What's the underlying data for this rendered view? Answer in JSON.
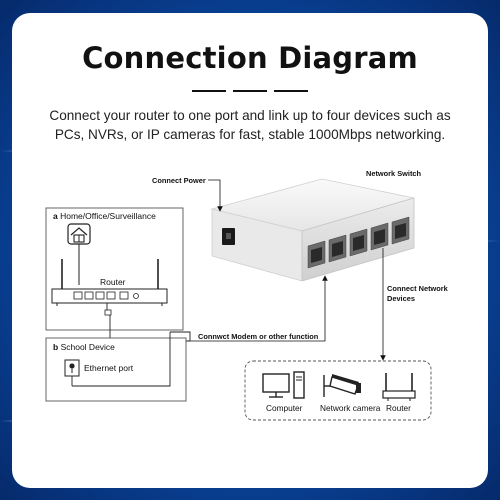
{
  "title": "Connection Diagram",
  "subtitle_line1": "Connect your router to one port and link up to four devices such as",
  "subtitle_line2": "PCs, NVRs, or IP cameras for fast, stable 1000Mbps networking.",
  "labels": {
    "connect_power": "Connect Power",
    "network_switch": "Network Switch",
    "connect_network_devices_1": "Connect Network",
    "connect_network_devices_2": "Devices",
    "connect_modem": "Connwct Modem or other function"
  },
  "home_box": {
    "letter": "a",
    "title": "Home/Office/Surveillance",
    "router_label": "Router"
  },
  "school_box": {
    "letter": "b",
    "title": "School Device",
    "port_label": "Ethernet port"
  },
  "devices": [
    {
      "label": "Computer",
      "icon": "computer-icon"
    },
    {
      "label": "Network camera",
      "icon": "camera-icon"
    },
    {
      "label": "Router",
      "icon": "router-icon"
    }
  ],
  "colors": {
    "background": "#0a4ba8",
    "card": "#ffffff",
    "text": "#111111",
    "switch_body": "#f2f2f2"
  }
}
